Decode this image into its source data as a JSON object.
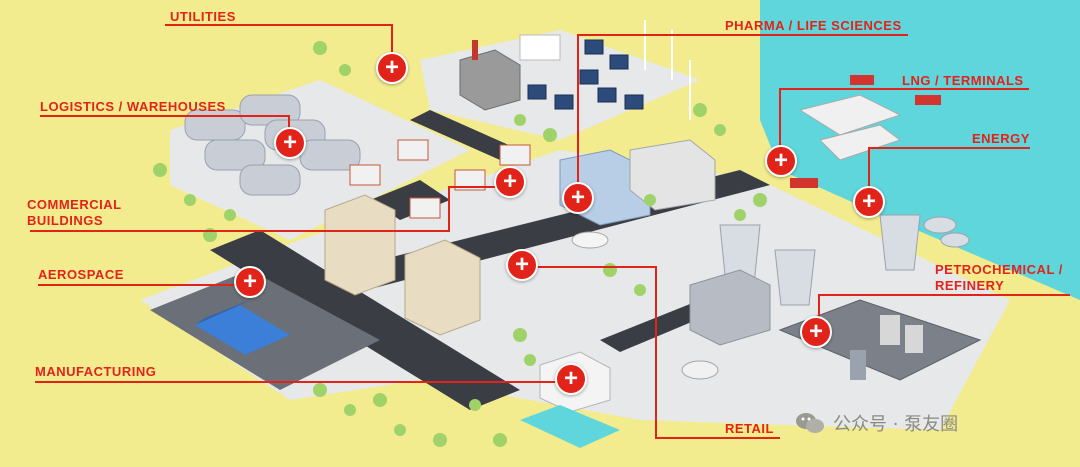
{
  "labels": {
    "utilities": "UTILITIES",
    "logistics": "LOGISTICS / WAREHOUSES",
    "commercial_line1": "COMMERCIAL",
    "commercial_line2": "BUILDINGS",
    "aerospace": "AEROSPACE",
    "manufacturing": "MANUFACTURING",
    "pharma": "PHARMA / LIFE SCIENCES",
    "lng": "LNG / TERMINALS",
    "energy": "ENERGY",
    "petro_line1": "PETROCHEMICAL /",
    "petro_line2": "REFINERY",
    "retail": "RETAIL"
  },
  "hotspot_symbol": "+",
  "watermark": {
    "text": "公众号 · 泵友圈",
    "icon": "wechat-icon"
  },
  "colors": {
    "accent": "#e2231a",
    "land": "#f2ec8f",
    "sea": "#5fd6dc",
    "road": "#3a3d44",
    "ground": "#e9e9e9",
    "grass": "#9fd36a",
    "building": "#cfd5dd"
  }
}
